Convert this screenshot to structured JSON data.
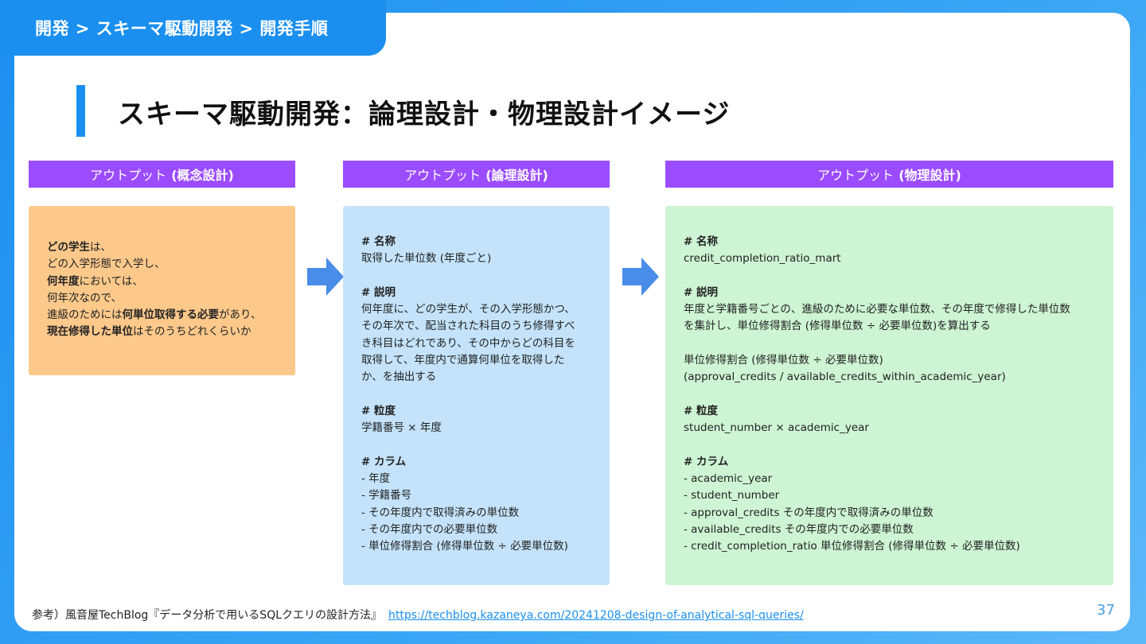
{
  "breadcrumb": "開発 > スキーマ駆動開発 > 開発手順",
  "title": "スキーマ駆動開発：論理設計・物理設計イメージ",
  "columns": {
    "c1": {
      "prefix": "アウトプット",
      "name": "(概念設計)"
    },
    "c2": {
      "prefix": "アウトプット",
      "name": "(論理設計)"
    },
    "c3": {
      "prefix": "アウトプット",
      "name": "(物理設計)"
    }
  },
  "concept": {
    "l1_b": "どの学生",
    "l1_t": "は、",
    "l2": "どの入学形態で入学し、",
    "l3_b": "何年度",
    "l3_t": "においては、",
    "l4": "何年次なので、",
    "l5_t": "進級のためには",
    "l5_b1": "何単位取得する必要",
    "l5_t2": "があり、",
    "l6_b": "現在修得した単位",
    "l6_t": "はそのうちどれくらいか"
  },
  "logical": {
    "name_h": "# 名称",
    "name_v": "取得した単位数 (年度ごと)",
    "desc_h": "# 説明",
    "desc_lines": [
      "何年度に、どの学生が、その入学形態かつ、",
      "その年次で、配当された科目のうち修得すべ",
      "き科目はどれであり、その中からどの科目を",
      "取得して、年度内で通算何単位を取得した",
      "か、を抽出する"
    ],
    "grain_h": "# 粒度",
    "grain_v": "学籍番号 × 年度",
    "cols_h": "# カラム",
    "cols": [
      "- 年度",
      "- 学籍番号",
      "- その年度内で取得済みの単位数",
      "- その年度内での必要単位数",
      "- 単位修得割合 (修得単位数 ÷ 必要単位数)"
    ]
  },
  "physical": {
    "name_h": "# 名称",
    "name_v": "credit_completion_ratio_mart",
    "desc_h": "# 説明",
    "desc_lines": [
      "年度と学籍番号ごとの、進級のために必要な単位数、その年度で修得した単位数",
      "を集計し、単位修得割合 (修得単位数 ÷ 必要単位数)を算出する"
    ],
    "formula_lines": [
      "単位修得割合 (修得単位数 ÷ 必要単位数)",
      "(approval_credits / available_credits_within_academic_year)"
    ],
    "grain_h": "# 粒度",
    "grain_v": "student_number × academic_year",
    "cols_h": "# カラム",
    "cols": [
      "- academic_year",
      "- student_number",
      "- approval_credits その年度内で取得済みの単位数",
      "- available_credits その年度内での必要単位数",
      "- credit_completion_ratio 単位修得割合 (修得単位数 ÷ 必要単位数)"
    ]
  },
  "footer": {
    "text": "参考）風音屋TechBlog『データ分析で用いるSQLクエリの設計方法』",
    "link": "https://techblog.kazaneya.com/20241208-design-of-analytical-sql-queries/"
  },
  "page_number": "37",
  "colors": {
    "accent": "#1a8fef",
    "header": "#9b4cff",
    "concept": "#fcc98b",
    "logical": "#c4e3fb",
    "physical": "#cdf4d3",
    "arrow": "#4a8de8"
  }
}
